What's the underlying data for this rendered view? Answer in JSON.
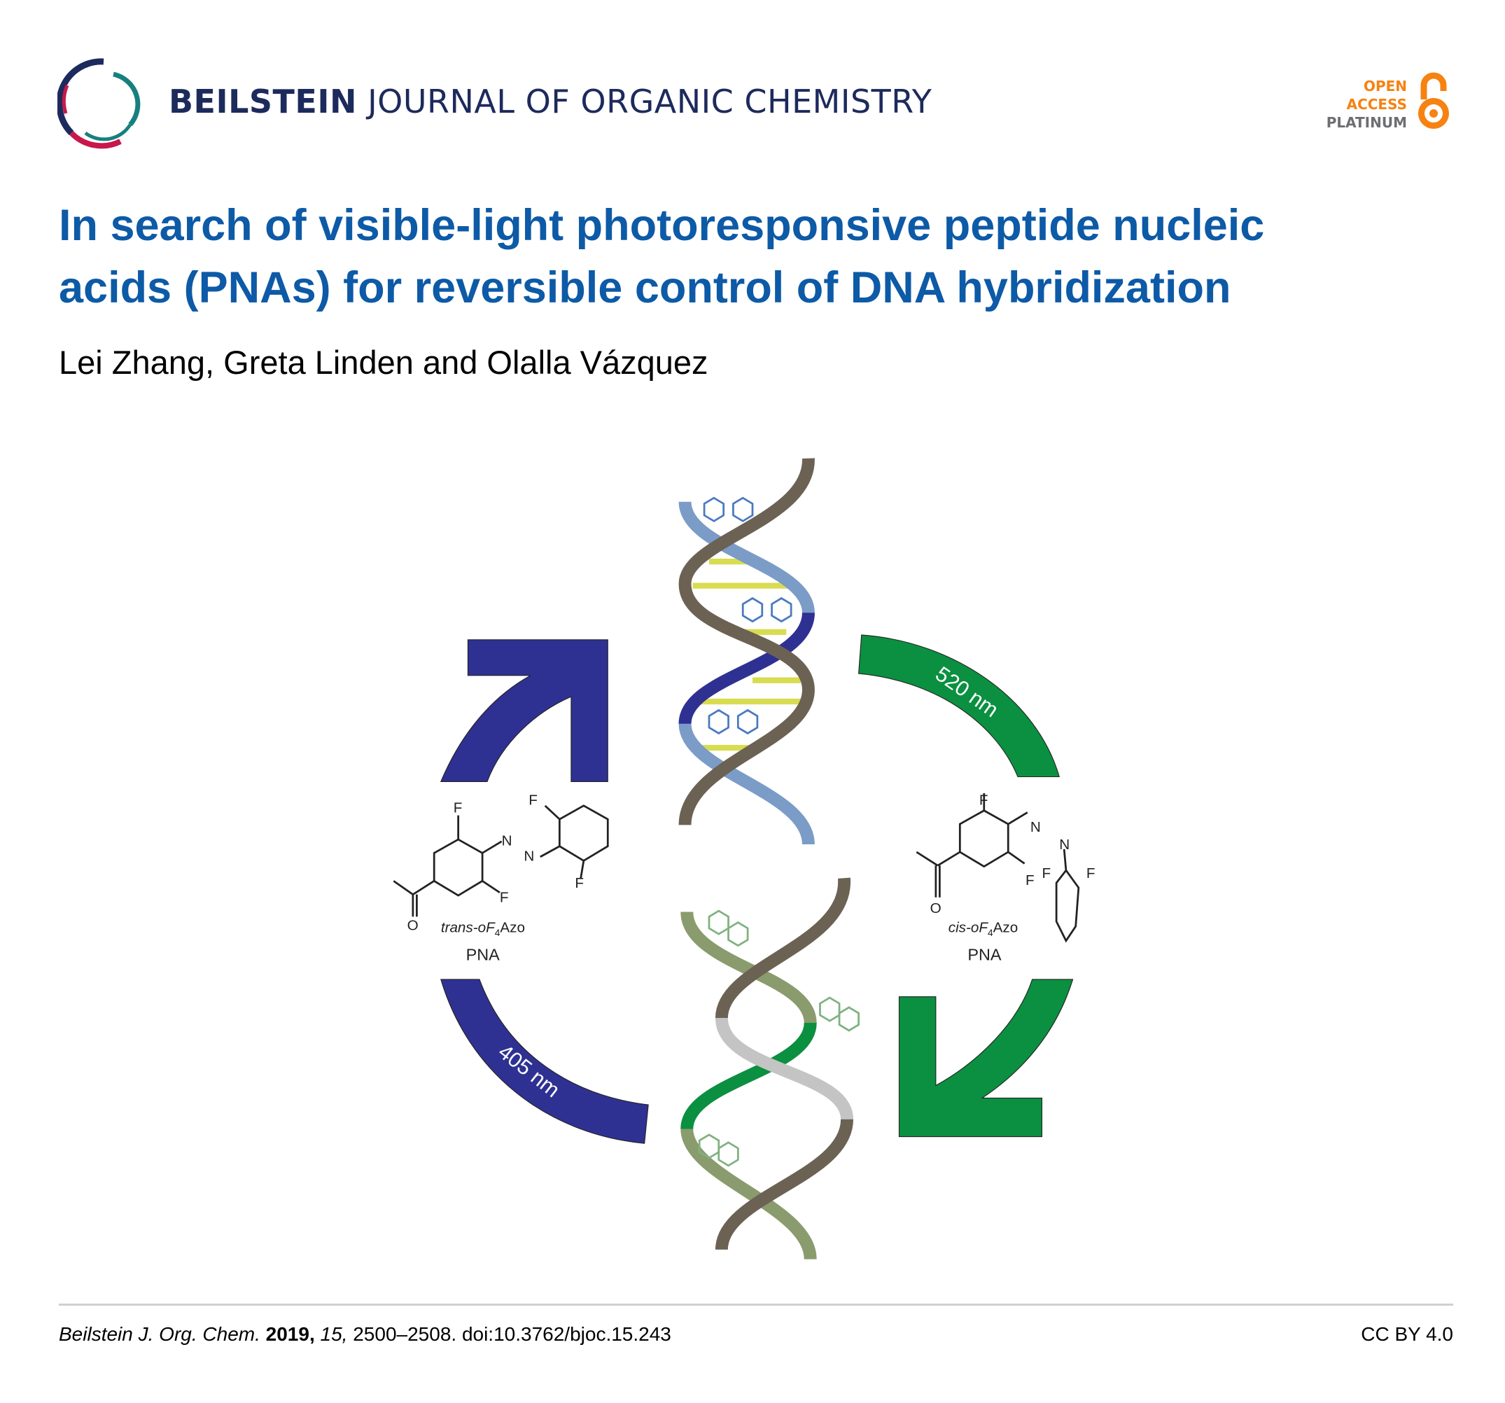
{
  "header": {
    "journal_bold": "BEILSTEIN",
    "journal_rest": " JOURNAL OF ORGANIC CHEMISTRY",
    "oa_line1": "OPEN",
    "oa_line2": "ACCESS",
    "oa_line3": "PLATINUM",
    "logo_icon": "beilstein-rings-logo",
    "oa_icon": "open-access-lock-icon",
    "colors": {
      "navy": "#1d2a5c",
      "crimson": "#c8174b",
      "teal": "#17807e",
      "orange": "#f68212"
    }
  },
  "article": {
    "title_line1": "In search of visible-light photoresponsive peptide nucleic",
    "title_line2": "acids (PNAs) for reversible control of DNA hybridization",
    "authors": "Lei Zhang, Greta Linden and Olalla Vázquez",
    "title_color": "#0d5aa7"
  },
  "figure": {
    "label_405": "405 nm",
    "label_520": "520 nm",
    "trans_label_prefix": "trans-",
    "trans_label_suffix": "oF",
    "sub4": "4",
    "azo": "Azo",
    "cis_label_prefix": "cis-",
    "pna": "PNA",
    "atom_F": "F",
    "atom_N": "N",
    "atom_O": "O",
    "colors": {
      "blue": "#2e3192",
      "green": "#0a9040",
      "brown": "#6b6254",
      "lightblue": "#7b9cc6",
      "olive": "#8a9b6d",
      "gray": "#c4c4c4",
      "yellow": "#d8dc50"
    }
  },
  "footer": {
    "journal_abbrev": "Beilstein J. Org. Chem.",
    "year": "2019,",
    "volume": "15,",
    "pages_doi": "2500–2508. doi:10.3762/bjoc.15.243",
    "license": "CC BY 4.0"
  }
}
